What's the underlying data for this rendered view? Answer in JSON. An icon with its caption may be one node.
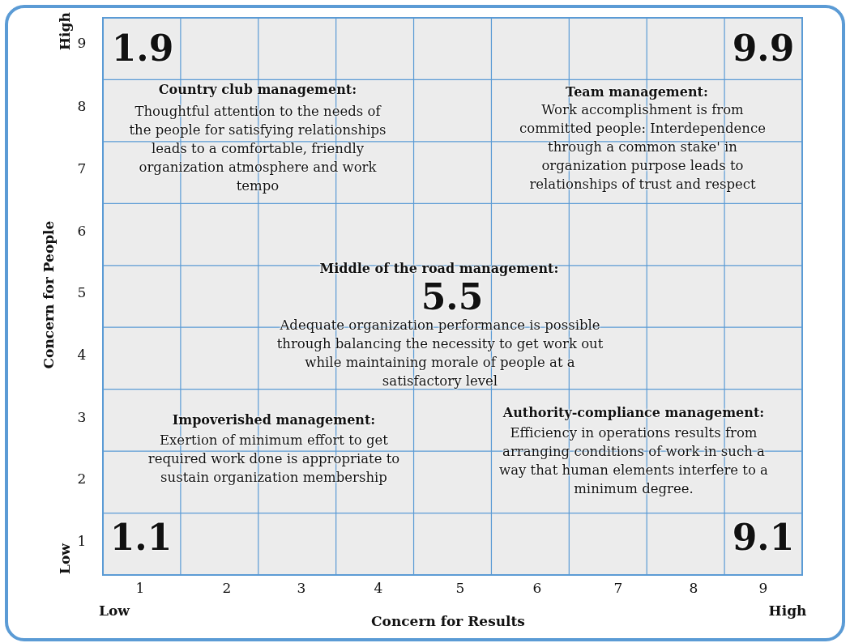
{
  "diagram": {
    "labels": [
      "High",
      "9",
      "1.9",
      "9.9",
      "8",
      "Country club management:",
      "Thoughtful attention to the needs of the people for satisfying relationships leads to a comfortable, friendly organization atmosphere and work tempo",
      "Team management:",
      "Work accomplishment is from committed people: Interdependence through a common stake' in organization purpose leads to relationships of trust and respect",
      "7",
      "6",
      "Middle of the road management:",
      "5",
      "5.5",
      "Adequate organization performance is possible through balancing the necessity to get work out while maintaining morale of people at a satisfactory level",
      "4",
      "3",
      "Impoverished management:",
      "Exertion of minimum effort to get required work done is appropriate to sustain organization membership",
      "Authority-compliance management:",
      "Efficiency in operations results from arranging conditions of work in such a way that human elements interfere to a minimum degree.",
      "2",
      "1",
      "1.1",
      "9.1",
      "Low",
      "Concern for People",
      "1",
      "2",
      "3",
      "4",
      "5",
      "6",
      "7",
      "8",
      "9",
      "Low",
      "High",
      "Concern for Results"
    ]
  }
}
